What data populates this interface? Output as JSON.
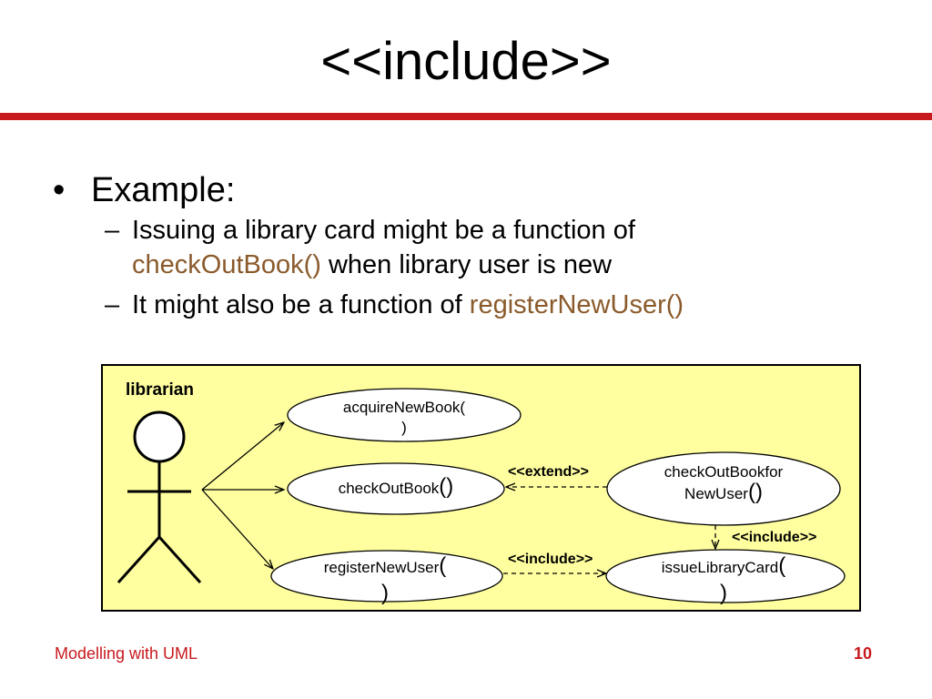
{
  "slide": {
    "title": "<<include>>",
    "bullet": "Example:",
    "sub1": {
      "text_a": "Issuing a library card might be a function of",
      "highlight": "checkOutBook()",
      "text_b": " when library user is new"
    },
    "sub2": {
      "text": "It might also be a function of ",
      "highlight": "registerNewUser()"
    }
  },
  "diagram": {
    "actor": "librarian",
    "use_cases": {
      "acquire": {
        "line1": "acquireNewBook(",
        "line2": ")"
      },
      "checkout": {
        "text": "checkOutBook",
        "paren": "()"
      },
      "checkout_new": {
        "line1": "checkOutBookfor",
        "text": "NewUser",
        "paren": "()"
      },
      "register": {
        "text": "registerNewUser",
        "paren_open": "(",
        "paren_close": ")"
      },
      "issue": {
        "text": "issueLibraryCard",
        "paren_open": "(",
        "paren_close": ")"
      }
    },
    "relations": {
      "extend": "<<extend>>",
      "include_vertical": "<<include>>",
      "include_horizontal": "<<include>>"
    }
  },
  "footer": {
    "left": "Modelling with UML",
    "page": "10"
  },
  "colors": {
    "accent_red": "#c8191e",
    "highlight_brown": "#8a5a2b",
    "diagram_bg": "#ffffa0"
  }
}
